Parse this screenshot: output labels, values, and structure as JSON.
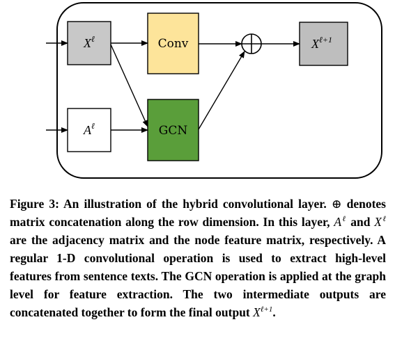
{
  "diagram": {
    "nodes": {
      "x_in": {
        "var": "X",
        "sup": "ℓ",
        "fill": "#c8c8c8"
      },
      "a_in": {
        "var": "A",
        "sup": "ℓ",
        "fill": "#ffffff"
      },
      "conv": {
        "label": "Conv",
        "fill": "#fde49a"
      },
      "gcn": {
        "label": "GCN",
        "fill": "#5a9e3a"
      },
      "concat": {
        "symbol": "⊕"
      },
      "x_out": {
        "var": "X",
        "sup": "ℓ+1",
        "fill": "#bebebe"
      }
    }
  },
  "caption": {
    "figure_label": "Figure 3:",
    "part1": " An illustration of the hybrid convolutional layer. ",
    "oplus": "⊕",
    "part2": " denotes matrix concatenation along the row dimension. In this layer, ",
    "a_var": "A",
    "a_sup": "ℓ",
    "part3": " and ",
    "x_var": "X",
    "x_sup": "ℓ",
    "part4": " are the adjacency matrix and the node feature matrix, respectively. A regular 1-D convolutional operation is used to extract high-level features from sentence texts. The GCN operation is applied at the graph level for feature extraction. The two intermediate outputs are concatenated together to form the final output ",
    "out_var": "X",
    "out_sup": "ℓ+1",
    "part5": "."
  }
}
